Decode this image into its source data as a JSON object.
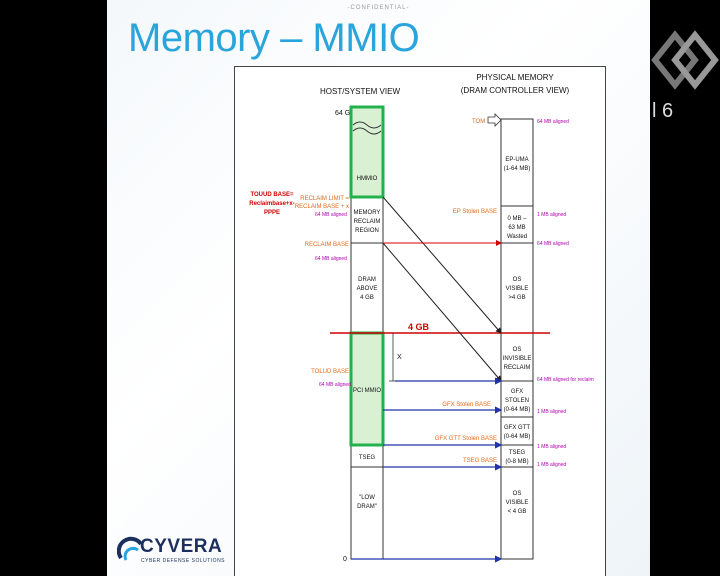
{
  "confidential": "-CONFIDENTIAL-",
  "title": "Memory – MMIO",
  "brand": {
    "name": "CYVERA",
    "tagline": "CYBER DEFENSE SOLUTIONS",
    "side_text": "l 6"
  },
  "colors": {
    "title": "#29a5dc",
    "green": "#22b14c",
    "green_fill": "#d9f0d3",
    "red": "#d00000",
    "orange": "#e06a1a",
    "magenta": "#b000b0",
    "blue": "#2233aa"
  },
  "diagram": {
    "host_header": "HOST/SYSTEM VIEW",
    "phys_header": [
      "PHYSICAL MEMORY",
      "(DRAM CONTROLLER VIEW)"
    ],
    "top_host": "64 GB",
    "tom": "TOM",
    "four_gb": "4 GB",
    "x_label": "X",
    "zero": "0",
    "side_note": [
      "TOUUD BASE=",
      "Reclaimbase+x-",
      "PPPE"
    ],
    "host_blocks": [
      {
        "lines": [
          "HMMIO"
        ]
      },
      {
        "lines": [
          "MEMORY",
          "RECLAIM",
          "REGION"
        ]
      },
      {
        "lines": [
          "DRAM",
          "ABOVE",
          "4 GB"
        ]
      },
      {
        "lines": [
          "PCI MMIO"
        ]
      },
      {
        "lines": [
          "TSEG"
        ]
      },
      {
        "lines": [
          "\"LOW",
          "DRAM\""
        ]
      }
    ],
    "phys_blocks": [
      {
        "lines": [
          "EP-UMA",
          "(1-64 MB)"
        ]
      },
      {
        "lines": [
          "0 MB –",
          "63 MB",
          "Wasted"
        ]
      },
      {
        "lines": [
          "OS",
          "VISIBLE",
          ">4 GB"
        ]
      },
      {
        "lines": [
          "OS",
          "INVISIBLE",
          "RECLAIM"
        ]
      },
      {
        "lines": [
          "GFX",
          "STOLEN",
          "(0-64 MB)"
        ]
      },
      {
        "lines": [
          "GFX GTT",
          "(0-64 MB)"
        ]
      },
      {
        "lines": [
          "TSEG",
          "(0-8 MB)"
        ]
      },
      {
        "lines": [
          "OS",
          "VISIBLE",
          "< 4 GB"
        ]
      }
    ],
    "left_labels": [
      {
        "text": "RECLAIM LIMIT =",
        "color": "orange"
      },
      {
        "text": "RECLAIM BASE + x",
        "color": "orange"
      },
      {
        "text": "64 MB aligned",
        "color": "magenta"
      },
      {
        "text": "RECLAIM BASE",
        "color": "orange"
      },
      {
        "text": "64 MB aligned",
        "color": "magenta"
      },
      {
        "text": "TOLUD BASE",
        "color": "orange"
      },
      {
        "text": "64 MB aligned",
        "color": "magenta"
      }
    ],
    "mid_labels": [
      "EP Stolen BASE",
      "GFX Stolen BASE",
      "GFX GTT Stolen BASE",
      "TSEG BASE"
    ],
    "right_labels": [
      "64 MB aligned",
      "1 MB aligned",
      "64 MB aligned",
      "64 MB aligned for reclaim",
      "1 MB aligned",
      "1 MB aligned",
      "1 MB aligned"
    ]
  }
}
